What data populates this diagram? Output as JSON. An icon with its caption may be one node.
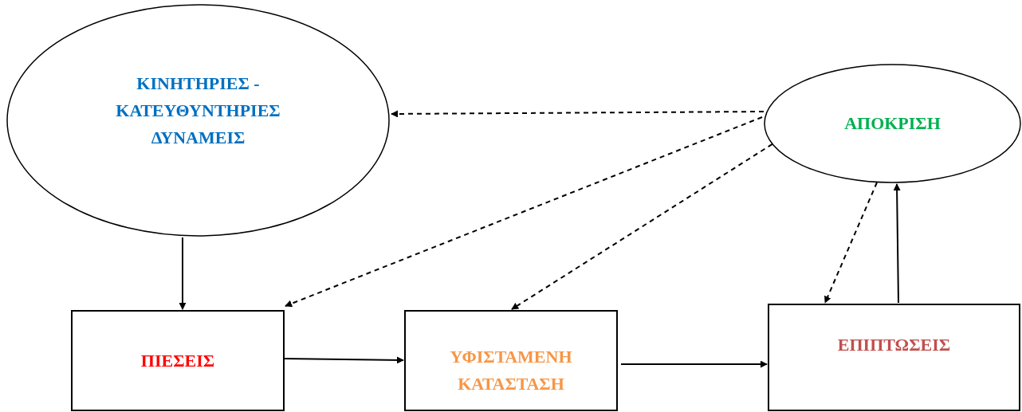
{
  "diagram": {
    "nodes": [
      {
        "text": [
          "ΚΙΝΗΤΗΡΙΕΣ - ΚΑΤΕΥΘΥΝΤΗΡΙΕΣ ΔΥΝΑΜΕΙΣ"
        ]
      },
      {
        "text": [
          "ΑΠΟΚΡΙΣΗ"
        ]
      },
      {
        "text": [
          "ΠΙΕΣΕΙΣ"
        ]
      },
      {
        "text": [
          "ΥΦΙΣΤΑΜΕΝΗ ΚΑΤΑΣΤΑΣΗ"
        ]
      },
      {
        "text": [
          "ΕΠΙΠΤΩΣΕΙΣ"
        ]
      }
    ],
    "edges": [
      {
        "from": 0,
        "to": 2,
        "arrow": "to"
      },
      {
        "from": 2,
        "to": 3,
        "arrow": "to"
      },
      {
        "from": 3,
        "to": 4,
        "arrow": "to"
      },
      {
        "from": 4,
        "to": 1,
        "arrow": "to"
      },
      {
        "from": 1,
        "to": 0,
        "arrow": "to",
        "style": "dashed"
      },
      {
        "from": 1,
        "to": 2,
        "arrow": "to",
        "style": "dashed"
      },
      {
        "from": 1,
        "to": 3,
        "arrow": "to",
        "style": "dashed"
      },
      {
        "from": 1,
        "to": 4,
        "arrow": "to",
        "style": "dashed"
      }
    ]
  }
}
